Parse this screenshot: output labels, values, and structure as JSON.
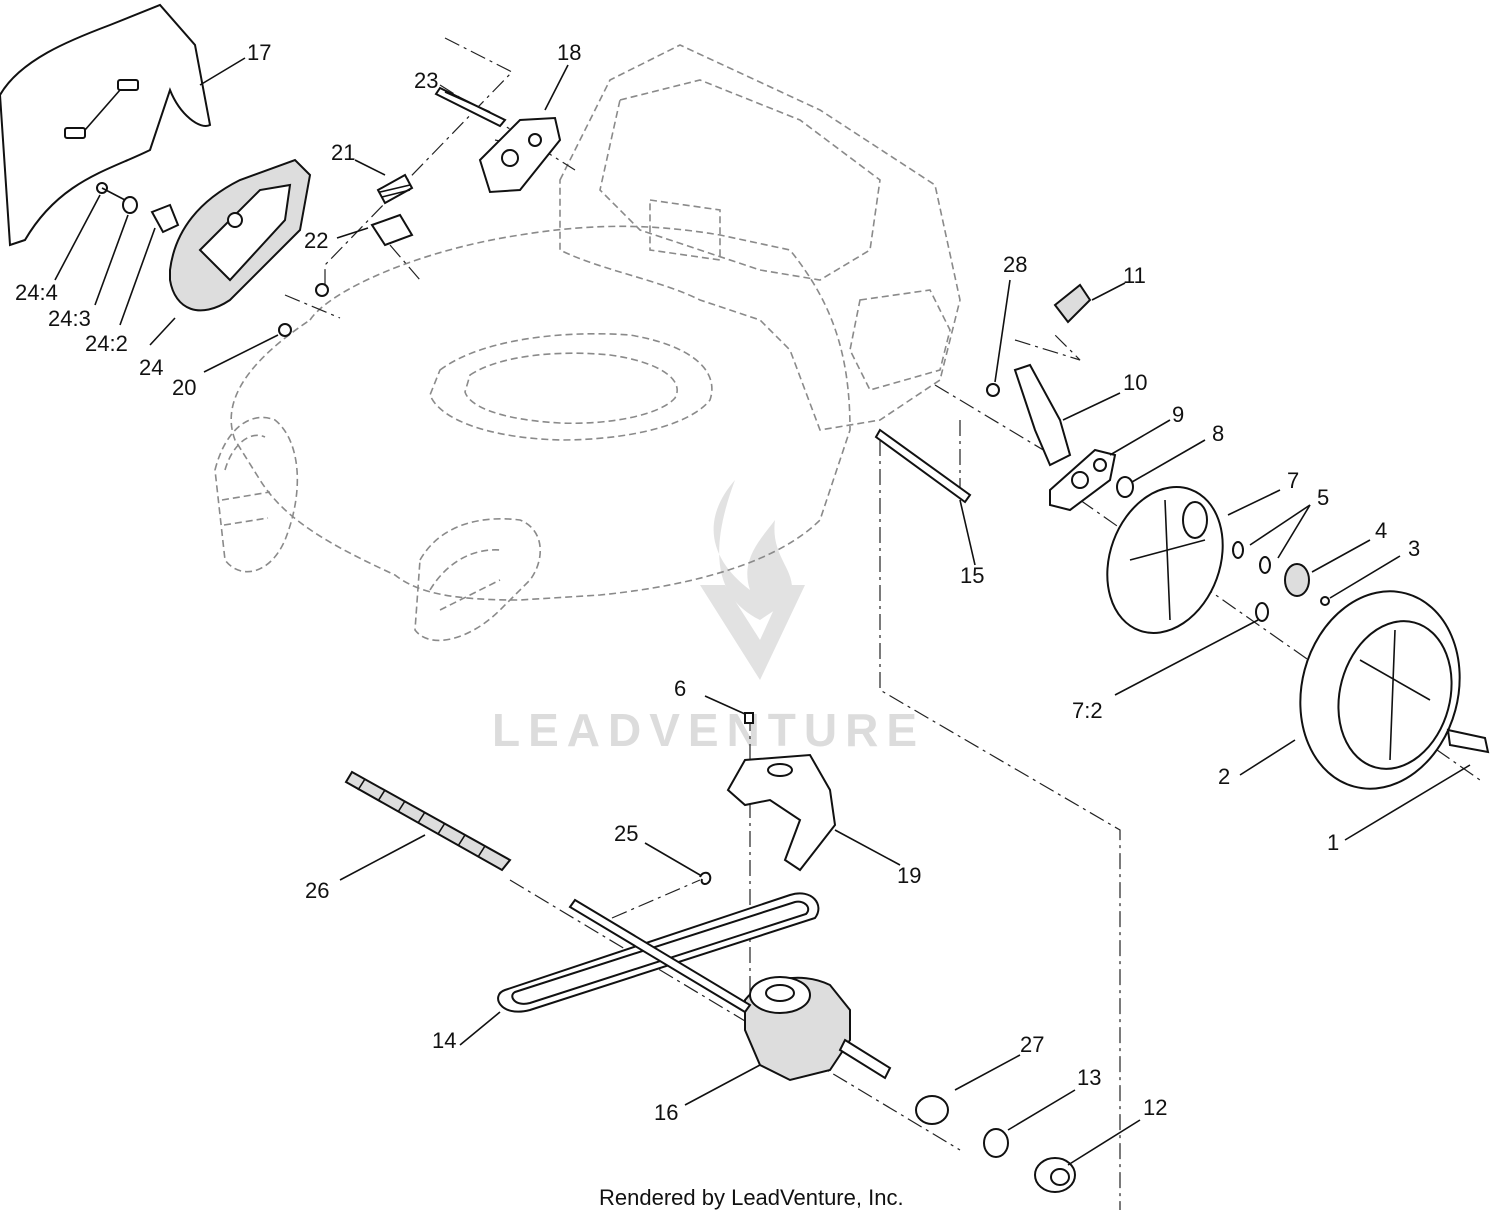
{
  "watermark": {
    "brand_text": "LEADVENTURE"
  },
  "credit": "Rendered by LeadVenture, Inc.",
  "callouts": {
    "c1": "1",
    "c2": "2",
    "c3": "3",
    "c4": "4",
    "c5": "5",
    "c6": "6",
    "c7": "7",
    "c7_2": "7:2",
    "c8": "8",
    "c9": "9",
    "c10": "10",
    "c11": "11",
    "c12": "12",
    "c13": "13",
    "c14": "14",
    "c15": "15",
    "c16": "16",
    "c17": "17",
    "c18": "18",
    "c19": "19",
    "c20": "20",
    "c21": "21",
    "c22": "22",
    "c23": "23",
    "c24": "24",
    "c24_2": "24:2",
    "c24_3": "24:3",
    "c24_4": "24:4",
    "c25": "25",
    "c26": "26",
    "c27": "27",
    "c28": "28"
  }
}
